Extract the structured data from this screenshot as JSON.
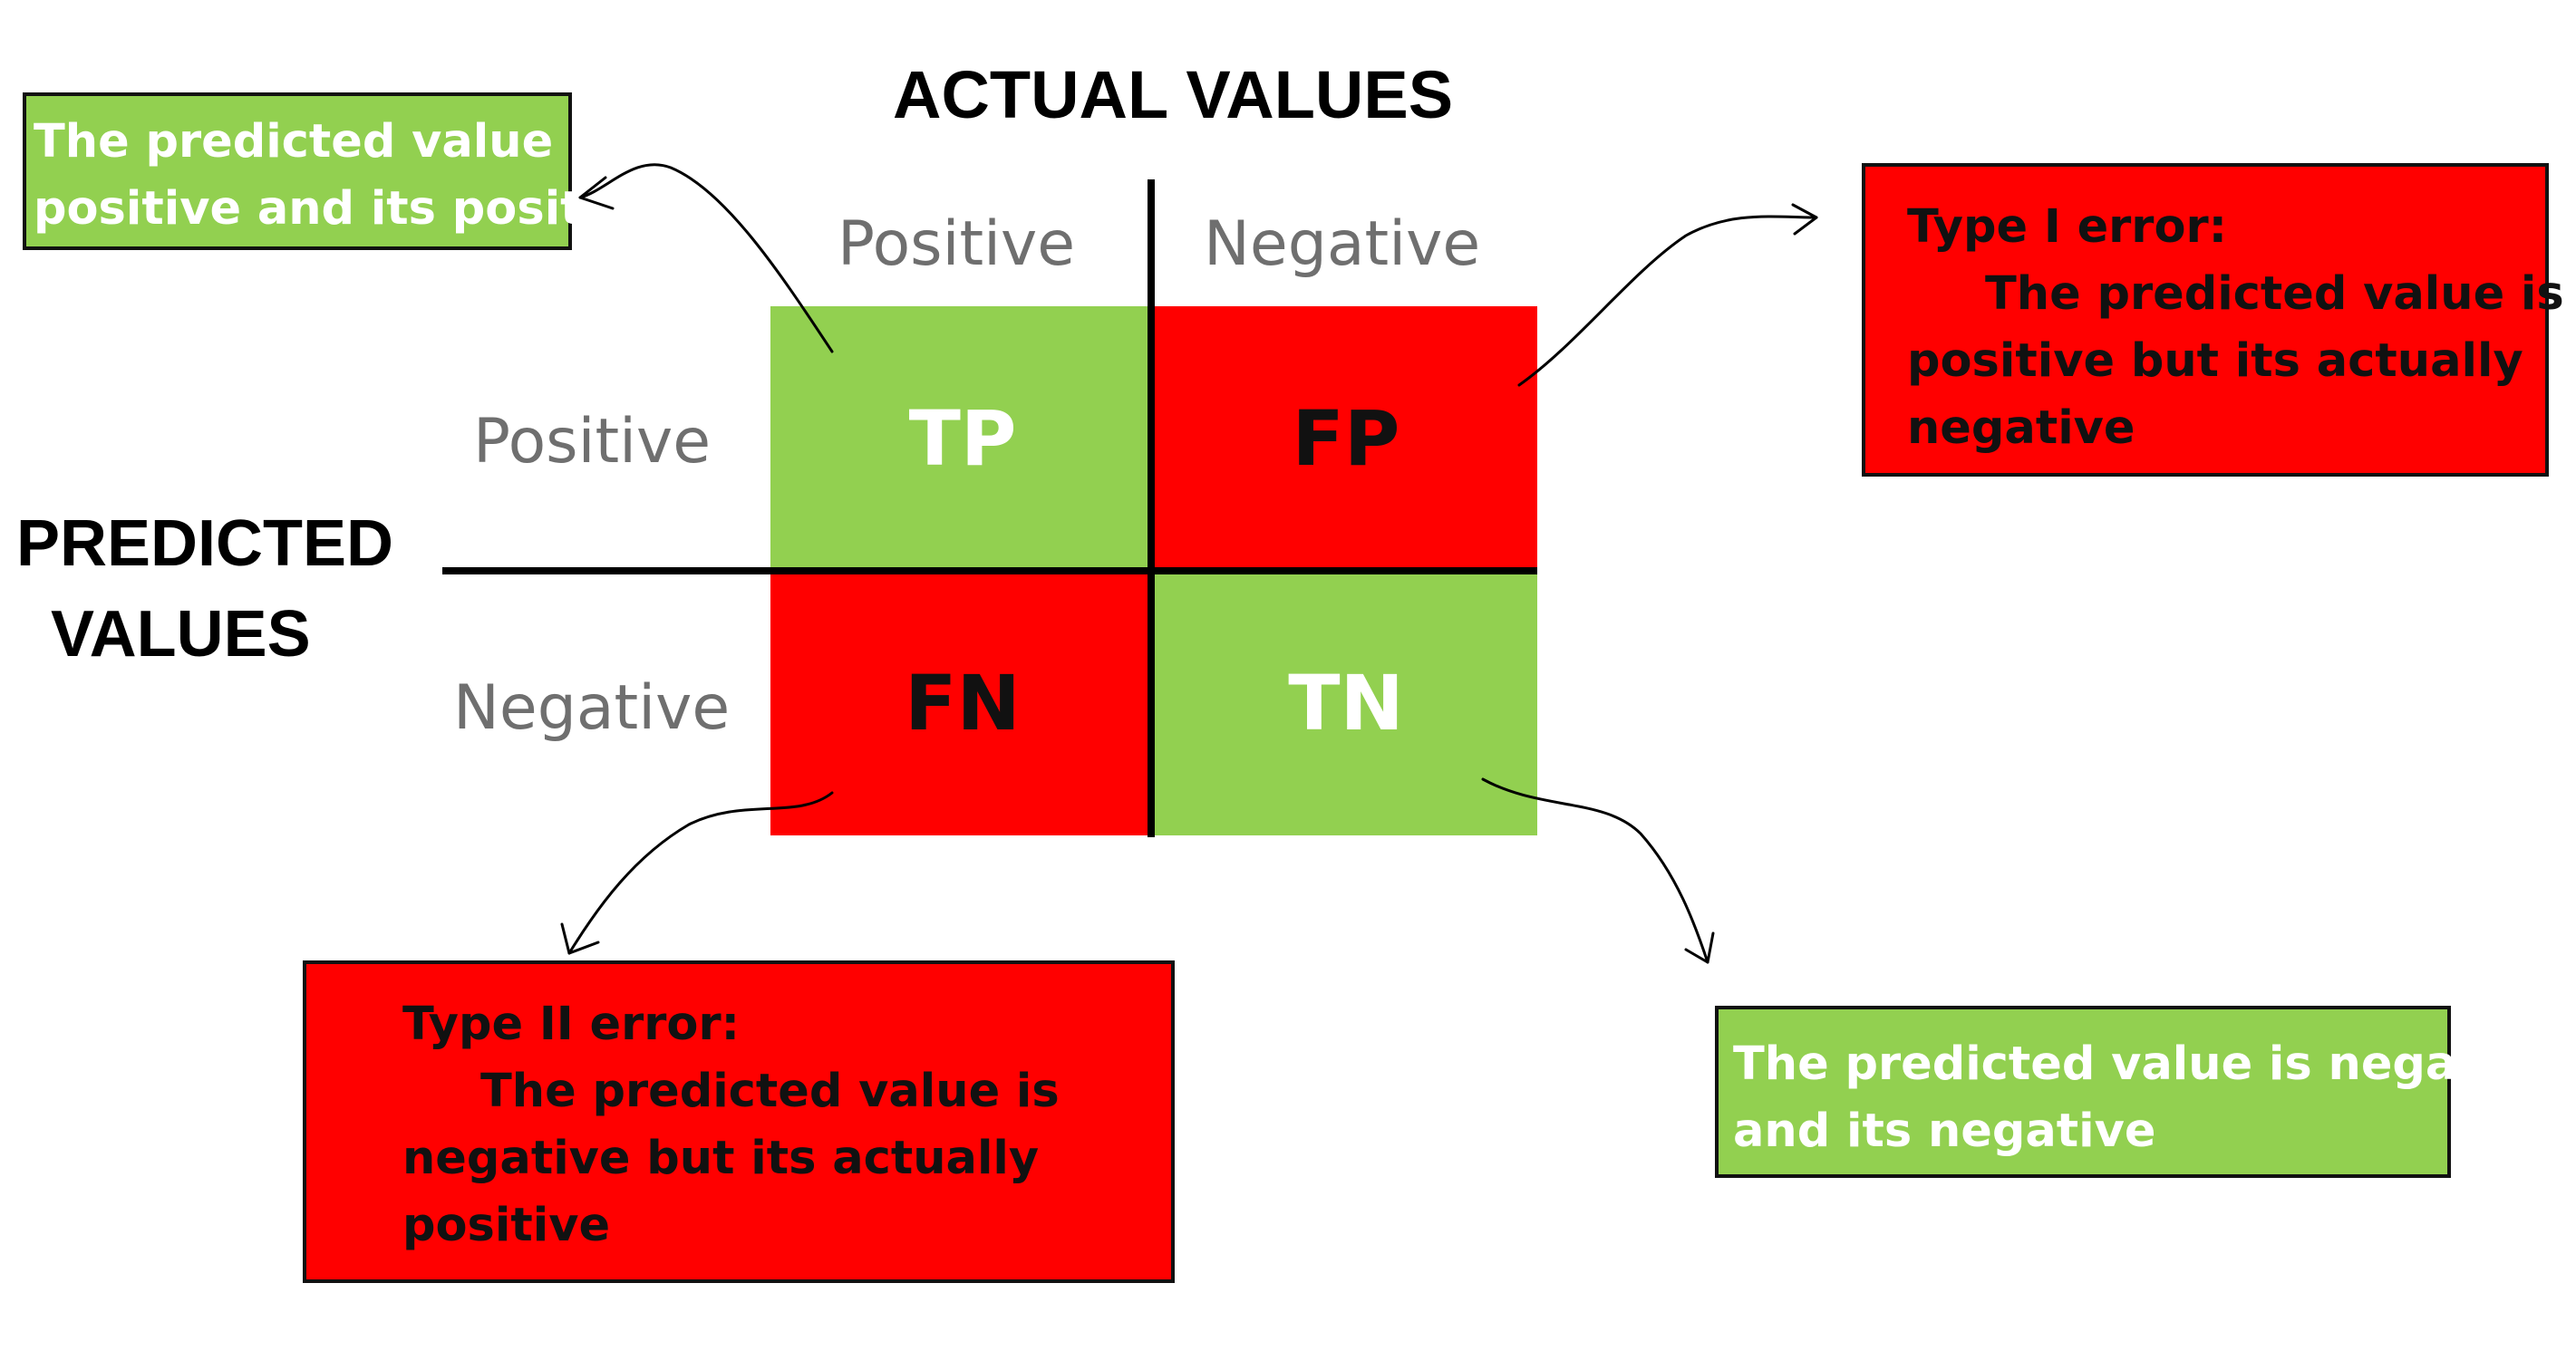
{
  "axes": {
    "actual_title": "ACTUAL VALUES",
    "predicted_title_line1": "PREDICTED",
    "predicted_title_line2": "VALUES",
    "col_positive": "Positive",
    "col_negative": "Negative",
    "row_positive": "Positive",
    "row_negative": "Negative"
  },
  "matrix": {
    "tp": "TP",
    "fp": "FP",
    "fn": "FN",
    "tn": "TN"
  },
  "colors": {
    "green": "#92d050",
    "red": "#ff0000"
  },
  "annotations": {
    "tp": {
      "line1": "The predicted value is",
      "line2": "positive and its positive"
    },
    "fp": {
      "line1": "Type I error:",
      "line2": "The predicted value is",
      "line3": "positive but its actually",
      "line4": "negative"
    },
    "fn": {
      "line1": "Type II error:",
      "line2": "The predicted value is",
      "line3": "negative but its actually",
      "line4": "positive"
    },
    "tn": {
      "line1": "The predicted value is negative",
      "line2": "and its negative"
    }
  }
}
